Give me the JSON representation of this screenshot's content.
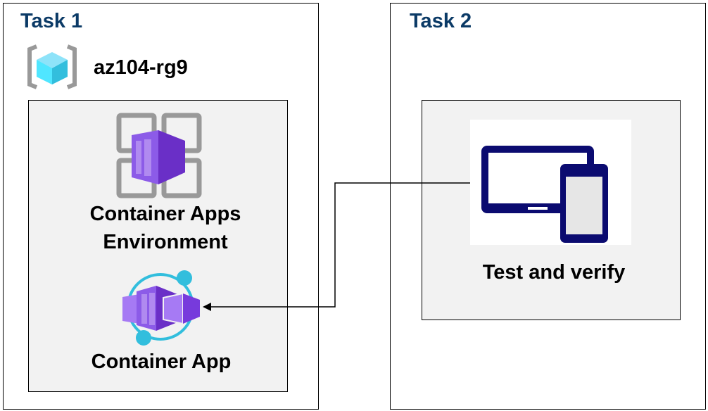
{
  "task1": {
    "title": "Task 1",
    "resource_group": {
      "label": "az104-rg9",
      "icon": "resource-group-icon"
    },
    "environment": {
      "line1": "Container Apps",
      "line2": "Environment",
      "icon": "container-apps-environment-icon"
    },
    "app": {
      "label": "Container App",
      "icon": "container-app-icon"
    }
  },
  "task2": {
    "title": "Task 2",
    "test": {
      "label": "Test and verify",
      "icon": "tablet-phone-icon"
    }
  },
  "colors": {
    "title": "#0b3a66",
    "panel": "#f2f2f2",
    "purple": "#773adc",
    "cyan": "#32bedd",
    "navy": "#0b0b70"
  }
}
